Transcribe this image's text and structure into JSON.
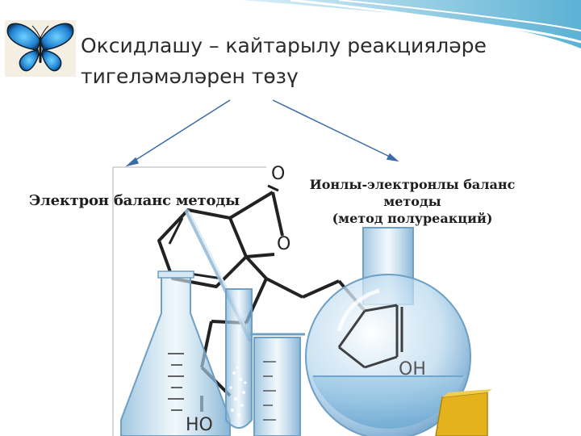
{
  "slide": {
    "title_line1": "Оксидлашу – кайтарылу реакцияләре",
    "title_line2": "тигеләмәләрен төзү",
    "left_label": "Электрон баланс методы",
    "right_label_line1": "Ионлы-электронлы баланс",
    "right_label_line2": "методы",
    "right_label_line3": "(метод полуреакций)",
    "molecule_labels": {
      "o_top": "O",
      "o_ring": "O",
      "oh": "OH",
      "ho": "HO"
    }
  },
  "icons": {
    "logo": "butterfly-icon",
    "decoration": "wave-decoration"
  },
  "colors": {
    "header_wave": "#5ab8d8",
    "glass": "#a9cde6",
    "arrow": "#3a6aa8"
  }
}
